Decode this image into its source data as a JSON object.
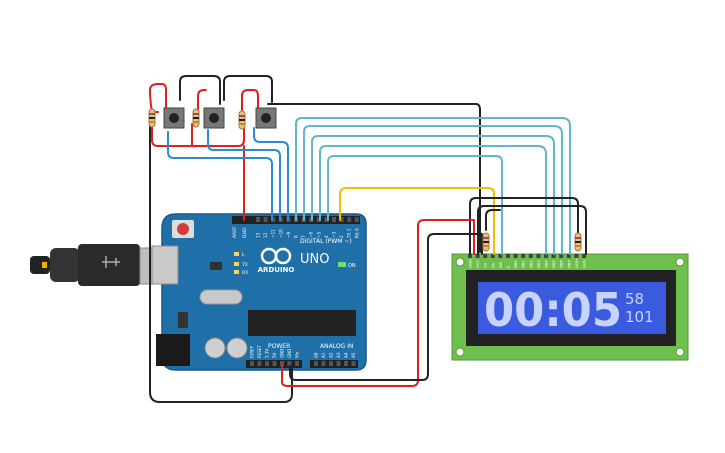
{
  "board": {
    "brand_label": "ARDUINO",
    "model_label": "UNO",
    "digital_header_label": "DIGITAL (PWM ~)",
    "power_header_label": "POWER",
    "analog_header_label": "ANALOG IN",
    "aref_label": "AREF",
    "gnd_label": "GND",
    "on_label": "ON",
    "tx_label": "TX",
    "rx_label": "RX",
    "l_label": "L",
    "digital_pins": [
      "13",
      "12",
      "~11",
      "~10",
      "~9",
      "8",
      "7",
      "~6",
      "~5",
      "4",
      "~3",
      "2",
      "TX 1",
      "RX 0"
    ],
    "power_pins": [
      "IOREF",
      "RESET",
      "3.3V",
      "5V",
      "GND",
      "GND",
      "Vin"
    ],
    "analog_pins": [
      "A0",
      "A1",
      "A2",
      "A3",
      "A4",
      "A5"
    ]
  },
  "lcd": {
    "big_digits": "00:05",
    "small_top": "58",
    "small_bottom": "101",
    "pin_labels": [
      "GND",
      "VCC",
      "V0",
      "RS",
      "RW",
      "E",
      "DB0",
      "DB1",
      "DB2",
      "DB3",
      "DB4",
      "DB5",
      "DB6",
      "DB7",
      "LED+",
      "LED-"
    ],
    "backlight_color": "#3a5ae0",
    "pixel_color": "#c8d4ff"
  },
  "wire_colors": {
    "red": "#e02020",
    "black": "#222222",
    "cyan": "#5fb8c8",
    "blue": "#2a8cd0",
    "yellow": "#f0c000"
  },
  "components": {
    "buttons": 3,
    "resistors": 5
  }
}
